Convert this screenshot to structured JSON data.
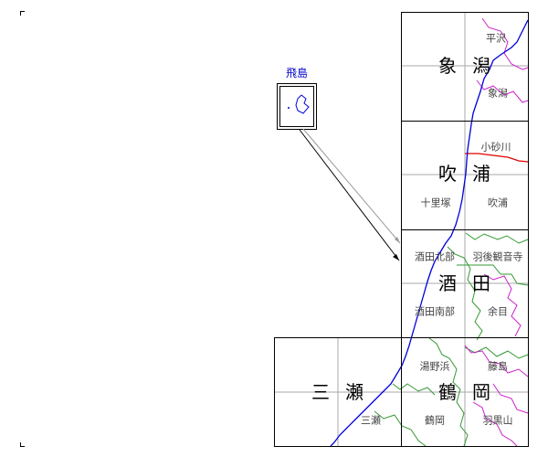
{
  "colors": {
    "coastline": "#0000dd",
    "river": "#dd0000",
    "boundary_green": "#339933",
    "boundary_magenta": "#cc22cc",
    "grid": "#000000",
    "subgrid": "#aaaaaa",
    "island_label": "#0000cc"
  },
  "inset": {
    "label": "飛島"
  },
  "sheets": {
    "kisakata": {
      "name_1": "象",
      "name_2": "潟",
      "sub": [
        "平沢",
        "象潟"
      ]
    },
    "fukura": {
      "name_1": "吹",
      "name_2": "浦",
      "sub": [
        "小砂川",
        "十里塚",
        "吹浦"
      ]
    },
    "sakata": {
      "name_1": "酒",
      "name_2": "田",
      "sub": [
        "酒田北部",
        "羽後観音寺",
        "酒田南部",
        "余目"
      ]
    },
    "mitsuse": {
      "name_1": "三",
      "name_2": "瀬",
      "sub": [
        "三瀬"
      ]
    },
    "tsuruoka": {
      "name_1": "鶴",
      "name_2": "岡",
      "sub": [
        "湯野浜",
        "藤島",
        "鶴岡",
        "羽黒山"
      ]
    }
  }
}
